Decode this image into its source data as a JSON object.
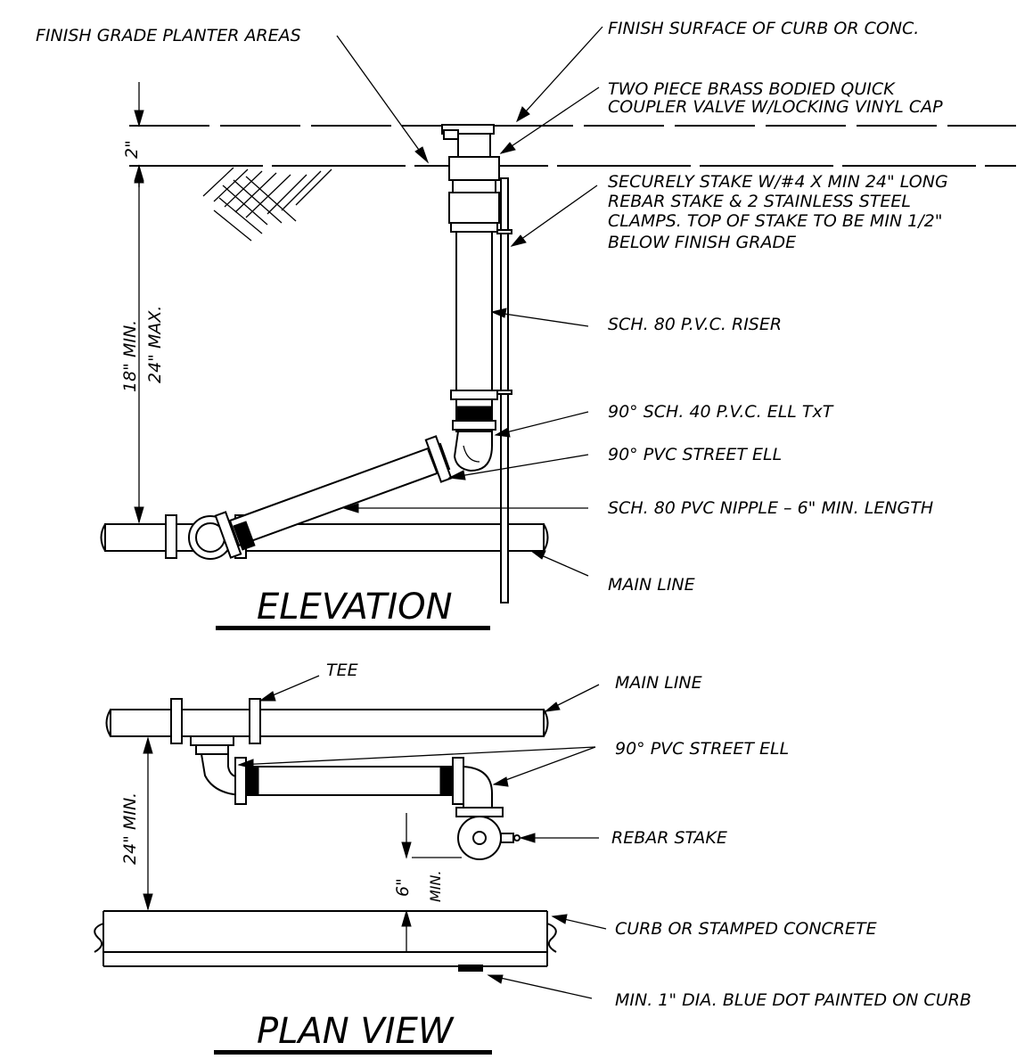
{
  "labels": {
    "finish_grade": "FINISH GRADE PLANTER AREAS",
    "finish_surface": "FINISH SURFACE OF CURB OR CONC.",
    "coupler_1": "TWO PIECE BRASS BODIED QUICK",
    "coupler_2": "COUPLER VALVE W/LOCKING VINYL CAP",
    "stake_1": "SECURELY STAKE W/#4 X MIN 24\" LONG",
    "stake_2": "REBAR STAKE & 2 STAINLESS STEEL",
    "stake_3": "CLAMPS. TOP OF STAKE TO BE MIN 1/2\"",
    "stake_4": "BELOW FINISH GRADE",
    "riser": "SCH. 80 P.V.C. RISER",
    "ell_txt": "90° SCH. 40 P.V.C. ELL TxT",
    "street_ell": "90° PVC STREET ELL",
    "nipple": "SCH. 80 PVC NIPPLE – 6\" MIN. LENGTH",
    "main_line": "MAIN LINE",
    "tee": "TEE",
    "plan_main_line": "MAIN LINE",
    "plan_street_ell": "90° PVC STREET ELL",
    "rebar_stake": "REBAR STAKE",
    "curb": "CURB OR STAMPED CONCRETE",
    "blue_dot": "MIN. 1\" DIA. BLUE DOT PAINTED ON CURB"
  },
  "dimensions": {
    "two_inch": "2\"",
    "depth_min": "18\" MIN.",
    "depth_max": "24\" MAX.",
    "plan_min": "24\" MIN.",
    "six_inch": "6\"",
    "six_min": "MIN."
  },
  "titles": {
    "elevation": "ELEVATION",
    "plan_view": "PLAN VIEW"
  }
}
